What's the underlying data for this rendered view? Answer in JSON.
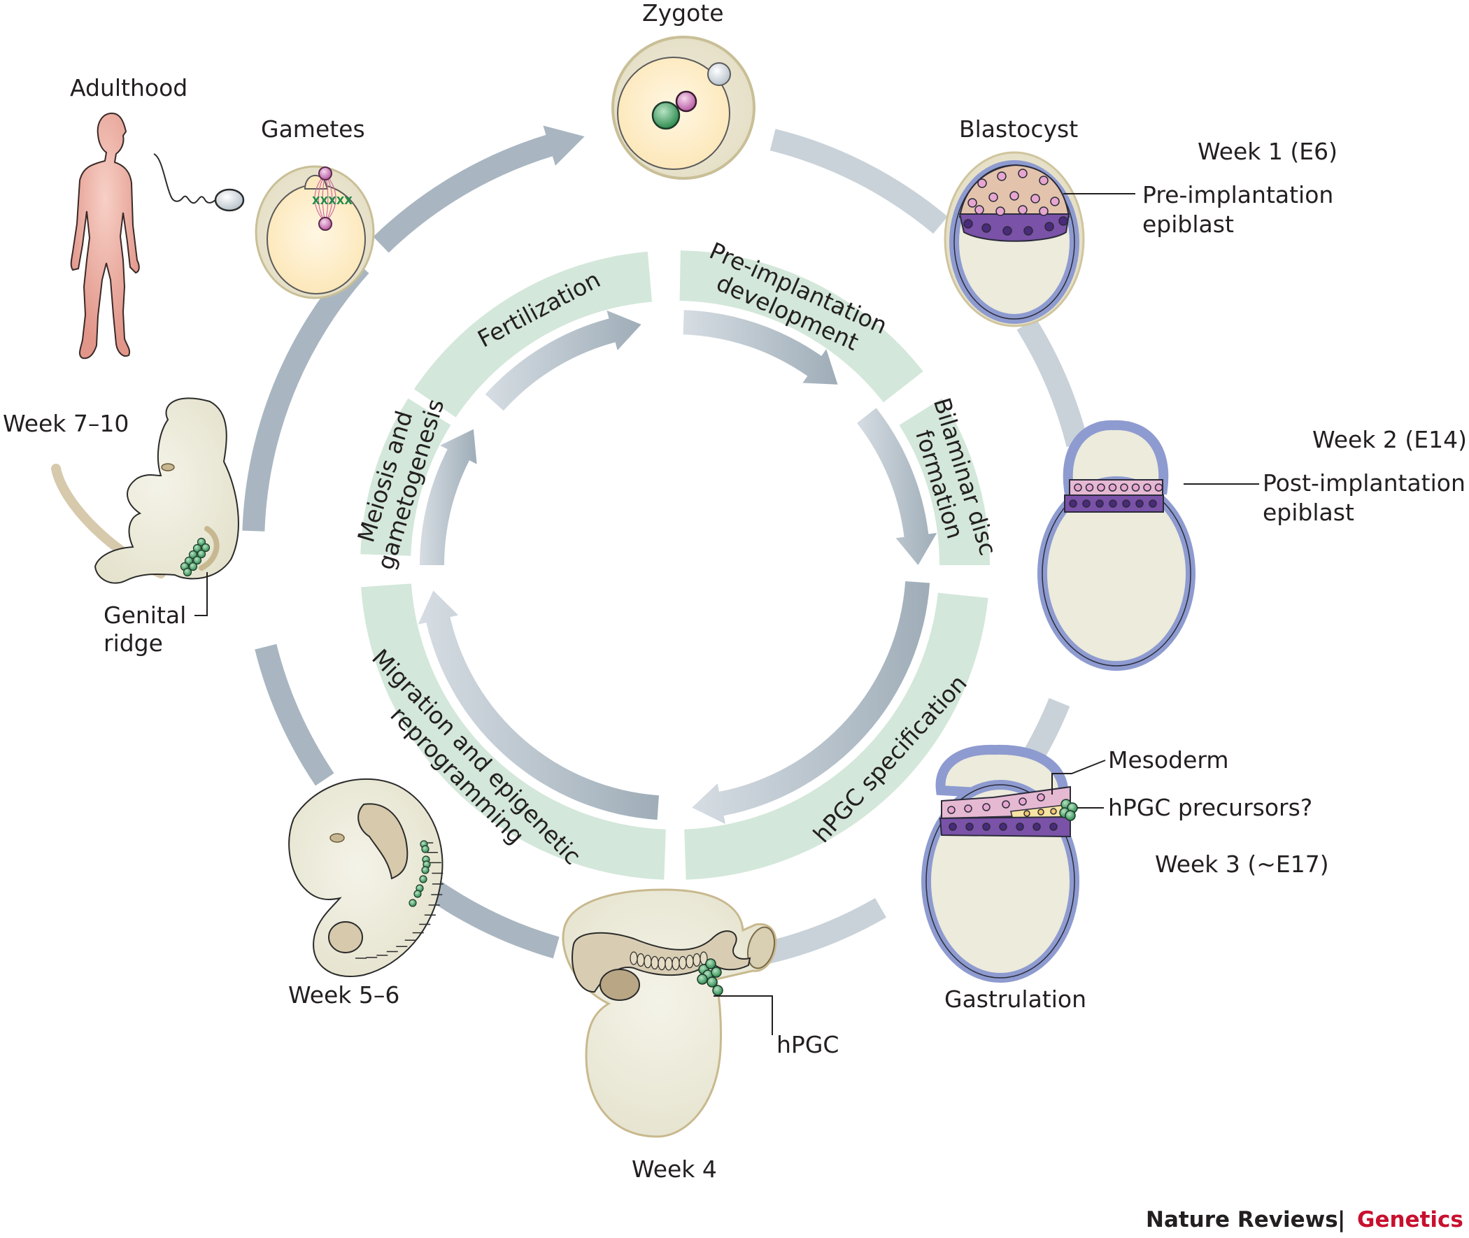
{
  "figure": {
    "title": "Human germline cycle: hPGC specification and development",
    "publisher": {
      "journal": "Nature Reviews",
      "separator": "|",
      "section": "Genetics"
    }
  },
  "colors": {
    "outer_arrow": "#a9b6c1",
    "inner_band": "#d3e7da",
    "inner_arrow": "#a7b3bd",
    "cytoplasm": "#fdf0cf",
    "embryo_fill": "#ecebdc",
    "trophoblast": "#8e9bd0",
    "epiblast": "#e6b9d2",
    "hypoblast": "#7a52a8",
    "hpgc": "#3aa05a",
    "text": "#231f20",
    "brand_red": "#c8102e"
  },
  "stages": {
    "adulthood": {
      "label": "Adulthood"
    },
    "gametes": {
      "label": "Gametes"
    },
    "zygote": {
      "label": "Zygote"
    },
    "blastocyst": {
      "label": "Blastocyst",
      "time": "Week 1 (E6)",
      "annotation_line1": "Pre-implantation",
      "annotation_line2": "epiblast"
    },
    "week2": {
      "time": "Week 2 (E14)",
      "annotation_line1": "Post-implantation",
      "annotation_line2": "epiblast"
    },
    "gastrulation": {
      "label": "Gastrulation",
      "time": "Week 3 (~E17)",
      "annotation_mesoderm": "Mesoderm",
      "annotation_precursors": "hPGC precursors?"
    },
    "week4": {
      "label": "Week 4",
      "annotation": "hPGC"
    },
    "week5_6": {
      "label": "Week 5–6"
    },
    "week7_10": {
      "label": "Week 7–10",
      "annotation_line1": "Genital",
      "annotation_line2": "ridge"
    }
  },
  "processes": [
    {
      "id": "fertilization",
      "lines": [
        "Fertilization"
      ]
    },
    {
      "id": "preimplantation",
      "lines": [
        "Pre-implantation",
        "development"
      ]
    },
    {
      "id": "bilaminar",
      "lines": [
        "Bilaminar disc",
        "formation"
      ]
    },
    {
      "id": "hpgc-spec",
      "lines": [
        "hPGC specification"
      ]
    },
    {
      "id": "migration",
      "lines": [
        "Migration and epigenetic",
        "reprogramming"
      ]
    },
    {
      "id": "meiosis",
      "lines": [
        "Meiosis and",
        "gametogenesis"
      ]
    }
  ]
}
